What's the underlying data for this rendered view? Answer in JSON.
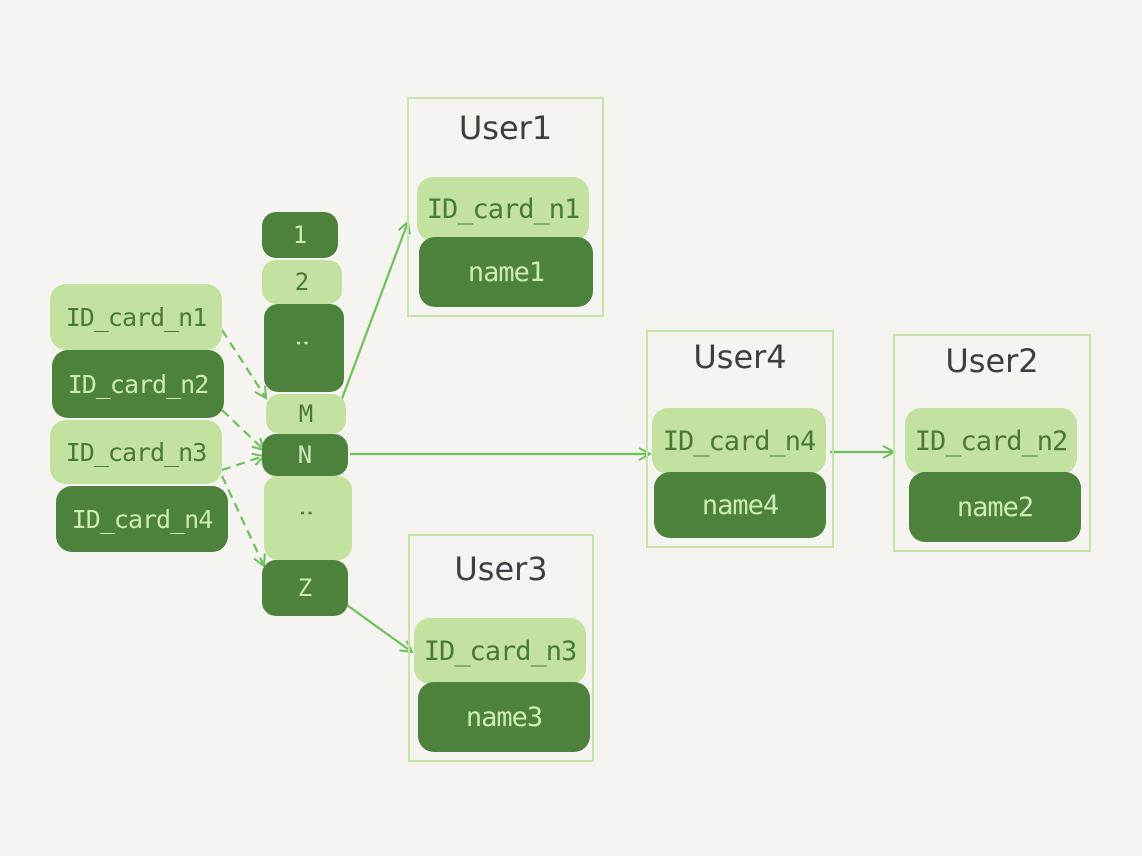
{
  "keys": [
    {
      "label": "ID_card_n1",
      "shade": "light"
    },
    {
      "label": "ID_card_n2",
      "shade": "dark"
    },
    {
      "label": "ID_card_n3",
      "shade": "light"
    },
    {
      "label": "ID_card_n4",
      "shade": "dark"
    }
  ],
  "buckets": [
    {
      "label": "1",
      "shade": "dark"
    },
    {
      "label": "2",
      "shade": "light"
    },
    {
      "label": ":",
      "shade": "dark"
    },
    {
      "label": "M",
      "shade": "light"
    },
    {
      "label": "N",
      "shade": "dark"
    },
    {
      "label": ":",
      "shade": "light"
    },
    {
      "label": "Z",
      "shade": "dark"
    }
  ],
  "users": [
    {
      "title": "User1",
      "id_card": "ID_card_n1",
      "name": "name1"
    },
    {
      "title": "User4",
      "id_card": "ID_card_n4",
      "name": "name4"
    },
    {
      "title": "User2",
      "id_card": "ID_card_n2",
      "name": "name2"
    },
    {
      "title": "User3",
      "id_card": "ID_card_n3",
      "name": "name3"
    }
  ],
  "colors": {
    "background": "#f5f4f0",
    "light_green": "#c3e2a0",
    "dark_green": "#4d823c",
    "arrow_green": "#6cc15a",
    "box_border": "#c6e3a8",
    "title_text": "#3b3f44"
  }
}
